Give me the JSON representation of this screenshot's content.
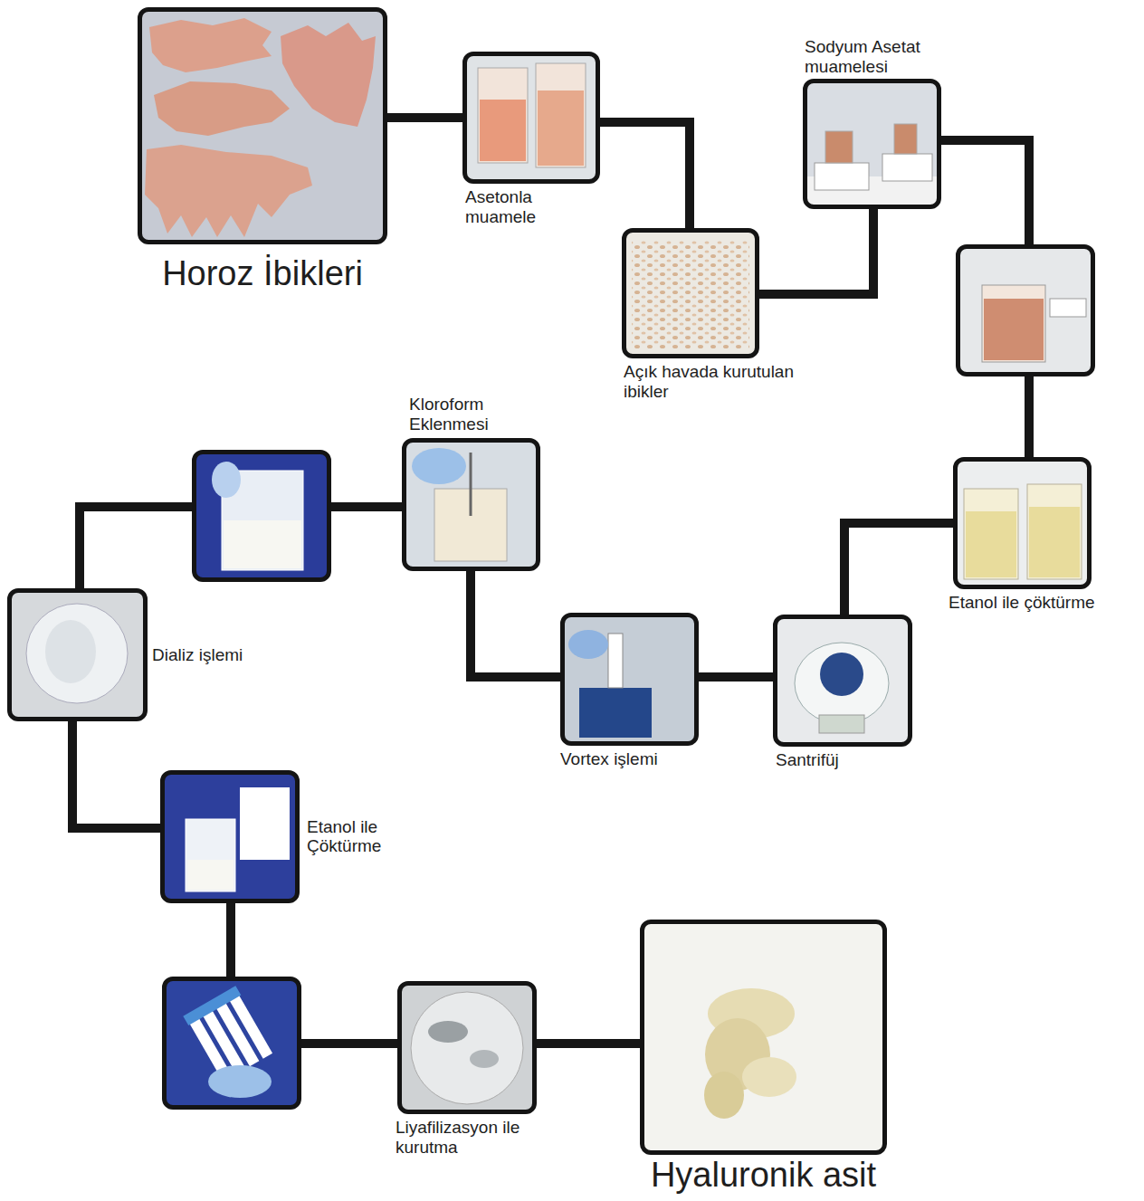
{
  "diagram": {
    "nodes": [
      {
        "text": [
          "Horoz İbikleri"
        ]
      },
      {
        "text": [
          "Asetonla muamele"
        ]
      },
      {
        "text": [
          "Açık havada kurutulan ibikler"
        ]
      },
      {
        "text": [
          "Sodyum Asetat muamelesi"
        ]
      },
      {
        "text": []
      },
      {
        "text": [
          "Etanol ile çöktürme"
        ]
      },
      {
        "text": [
          "Santrifüj"
        ]
      },
      {
        "text": [
          "Vortex işlemi"
        ]
      },
      {
        "text": [
          "Kloroform Eklenmesi"
        ]
      },
      {
        "text": []
      },
      {
        "text": [
          "Dializ işlemi"
        ]
      },
      {
        "text": [
          "Etanol ile Çöktürme"
        ]
      },
      {
        "text": []
      },
      {
        "text": [
          "Liyafilizasyon ile kurutma"
        ]
      },
      {
        "text": [
          "Hyaluronik asit"
        ]
      }
    ],
    "edges": [
      {
        "from": 0,
        "to": 1,
        "arrow": "none"
      },
      {
        "from": 1,
        "to": 2,
        "arrow": "none"
      },
      {
        "from": 2,
        "to": 3,
        "arrow": "none"
      },
      {
        "from": 3,
        "to": 4,
        "arrow": "none"
      },
      {
        "from": 4,
        "to": 5,
        "arrow": "none"
      },
      {
        "from": 5,
        "to": 6,
        "arrow": "none"
      },
      {
        "from": 6,
        "to": 7,
        "arrow": "none"
      },
      {
        "from": 7,
        "to": 8,
        "arrow": "none"
      },
      {
        "from": 8,
        "to": 9,
        "arrow": "none"
      },
      {
        "from": 9,
        "to": 10,
        "arrow": "none"
      },
      {
        "from": 10,
        "to": 11,
        "arrow": "none"
      },
      {
        "from": 11,
        "to": 12,
        "arrow": "none"
      },
      {
        "from": 12,
        "to": 13,
        "arrow": "none"
      },
      {
        "from": 13,
        "to": 14,
        "arrow": "none"
      }
    ]
  }
}
